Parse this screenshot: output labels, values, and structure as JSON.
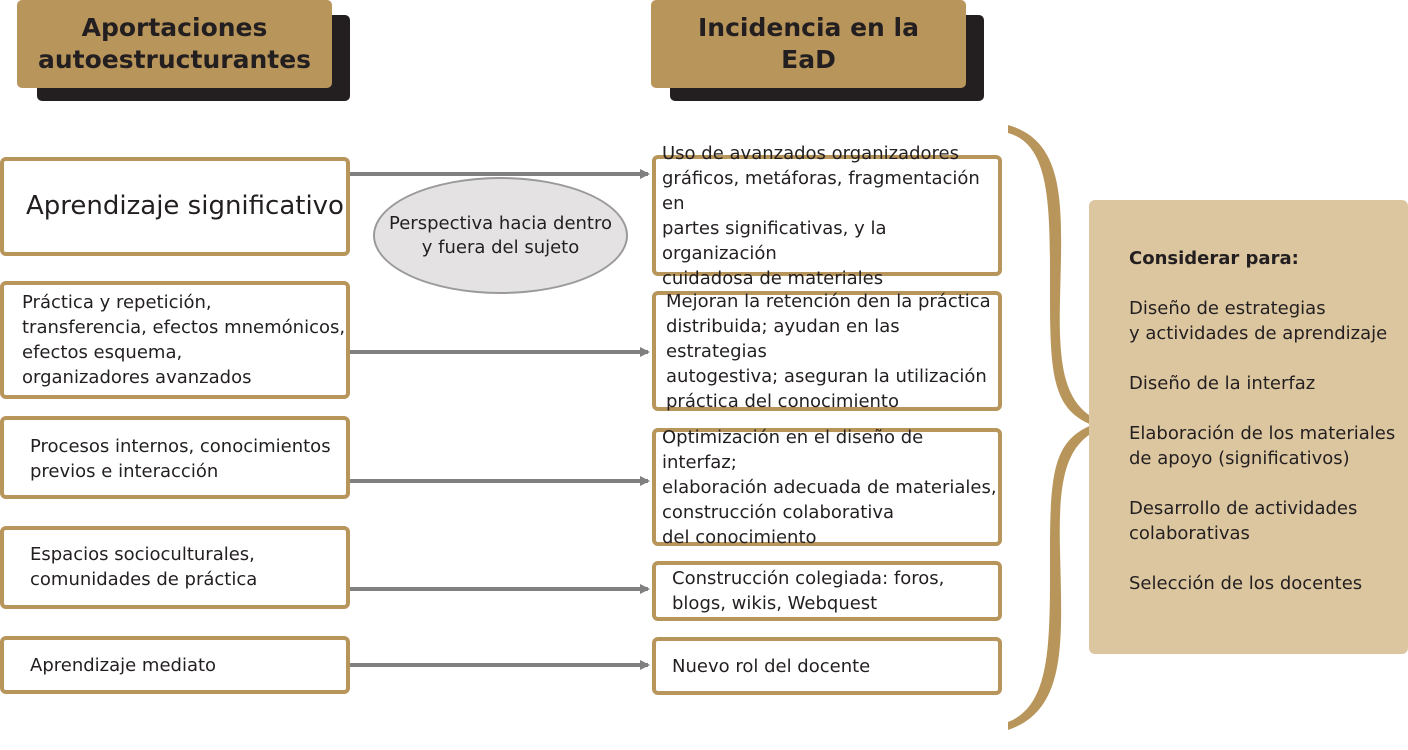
{
  "headers": {
    "left": "Aportaciones\nautoestructurantes",
    "right": "Incidencia en la\nEaD"
  },
  "left_items": [
    "Aprendizaje significativo",
    "Práctica y repetición,\ntransferencia, efectos mnemónicos,\nefectos esquema,\norganizadores avanzados",
    "Procesos internos, conocimientos\nprevios e interacción",
    "Espacios socioculturales,\ncomunidades de práctica",
    "Aprendizaje mediato"
  ],
  "right_items": [
    "Uso de avanzados organizadores\ngráficos, metáforas, fragmentación en\npartes significativas, y la organización\ncuidadosa de materiales",
    "Mejoran la retención den la práctica\ndistribuida; ayudan en las estrategias\nautogestiva; aseguran la utilización\npráctica del conocimiento",
    "Optimización en el diseño de interfaz;\nelaboración adecuada de materiales,\nconstrucción colaborativa\ndel conocimiento",
    "Construcción colegiada: foros,\nblogs, wikis, Webquest",
    "Nuevo rol del docente"
  ],
  "ellipse_text": "Perspectiva hacia dentro\ny fuera del sujeto",
  "panel": {
    "title": "Considerar para:",
    "items": [
      "Diseño de estrategias\ny actividades de aprendizaje",
      "Diseño de la interfaz",
      "Elaboración de los materiales\nde apoyo (significativos)",
      "Desarrollo de actividades\ncolaborativas",
      "Selección de los docentes"
    ]
  },
  "colors": {
    "accent": "#b8955a",
    "shadow": "#231f20",
    "panel": "#dcc6a0",
    "arrow": "#808080",
    "ellipse": "#e4e2e3"
  }
}
